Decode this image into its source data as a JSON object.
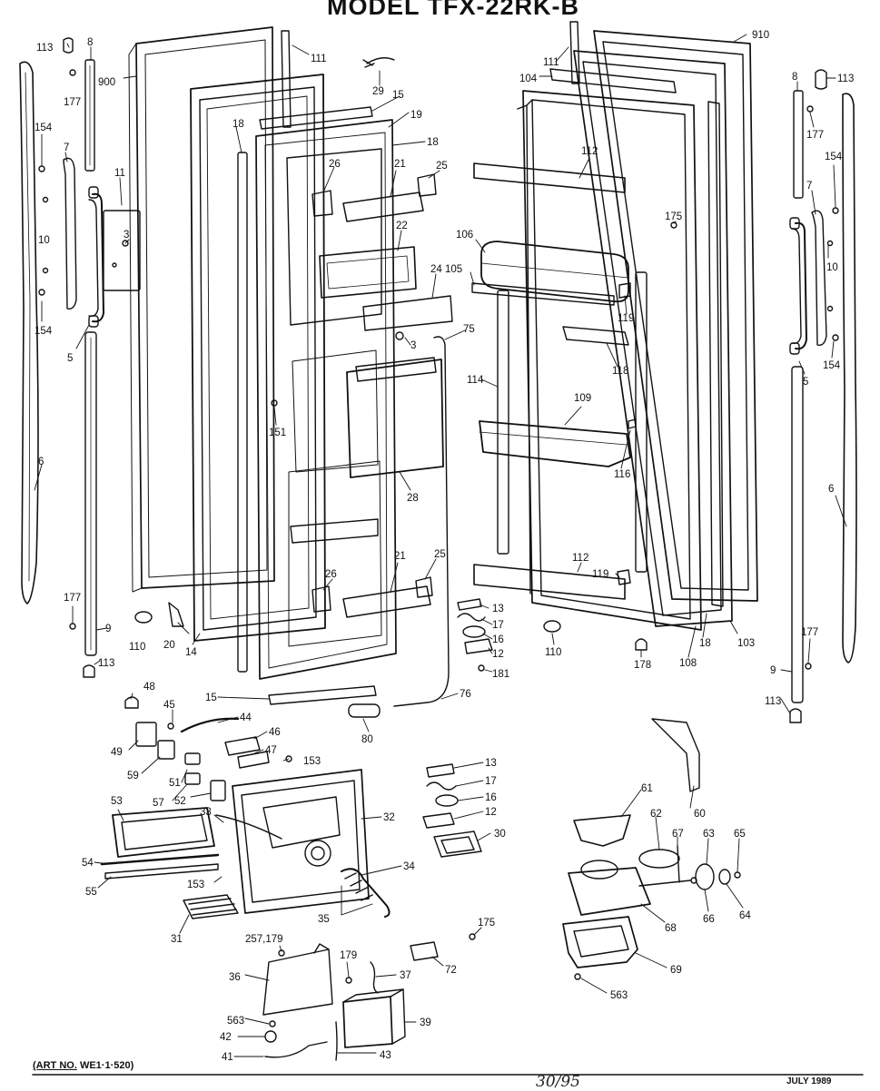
{
  "title": "MODEL TFX-22RK-B",
  "art_no_label": "(ART NO.",
  "art_no_value": "WE1·1·520)",
  "footer_date": "JULY 1989",
  "footer_handwritten": "30/95",
  "callouts": [
    {
      "id": "c113a",
      "text": "113"
    },
    {
      "id": "c8a",
      "text": "8"
    },
    {
      "id": "c177a",
      "text": "177"
    },
    {
      "id": "c900",
      "text": "900"
    },
    {
      "id": "c111a",
      "text": "111"
    },
    {
      "id": "c29",
      "text": "29"
    },
    {
      "id": "c15a",
      "text": "15"
    },
    {
      "id": "c19",
      "text": "19"
    },
    {
      "id": "c18a",
      "text": "18"
    },
    {
      "id": "c18b",
      "text": "18"
    },
    {
      "id": "c154a",
      "text": "154"
    },
    {
      "id": "c7a",
      "text": "7"
    },
    {
      "id": "c11",
      "text": "11"
    },
    {
      "id": "c10a",
      "text": "10"
    },
    {
      "id": "c3a",
      "text": "3"
    },
    {
      "id": "c154b",
      "text": "154"
    },
    {
      "id": "c5a",
      "text": "5"
    },
    {
      "id": "c26a",
      "text": "26"
    },
    {
      "id": "c21a",
      "text": "21"
    },
    {
      "id": "c25a",
      "text": "25"
    },
    {
      "id": "c22",
      "text": "22"
    },
    {
      "id": "c24",
      "text": "24"
    },
    {
      "id": "c3b",
      "text": "3"
    },
    {
      "id": "c75",
      "text": "75"
    },
    {
      "id": "c151",
      "text": "151"
    },
    {
      "id": "c28",
      "text": "28"
    },
    {
      "id": "c6a",
      "text": "6"
    },
    {
      "id": "c26b",
      "text": "26"
    },
    {
      "id": "c21b",
      "text": "21"
    },
    {
      "id": "c25b",
      "text": "25"
    },
    {
      "id": "c177b",
      "text": "177"
    },
    {
      "id": "c9a",
      "text": "9"
    },
    {
      "id": "c110a",
      "text": "110"
    },
    {
      "id": "c20",
      "text": "20"
    },
    {
      "id": "c14",
      "text": "14"
    },
    {
      "id": "c113b",
      "text": "113"
    },
    {
      "id": "c15b",
      "text": "15"
    },
    {
      "id": "c76",
      "text": "76"
    },
    {
      "id": "c111b",
      "text": "111"
    },
    {
      "id": "c104",
      "text": "104"
    },
    {
      "id": "c910",
      "text": "910"
    },
    {
      "id": "c112a",
      "text": "112"
    },
    {
      "id": "c175a",
      "text": "175"
    },
    {
      "id": "c106",
      "text": "106"
    },
    {
      "id": "c105",
      "text": "105"
    },
    {
      "id": "c119a",
      "text": "119"
    },
    {
      "id": "c118",
      "text": "118"
    },
    {
      "id": "c114",
      "text": "114"
    },
    {
      "id": "c109",
      "text": "109"
    },
    {
      "id": "c116",
      "text": "116"
    },
    {
      "id": "c112b",
      "text": "112"
    },
    {
      "id": "c119b",
      "text": "119"
    },
    {
      "id": "c13a",
      "text": "13"
    },
    {
      "id": "c17a",
      "text": "17"
    },
    {
      "id": "c16a",
      "text": "16"
    },
    {
      "id": "c12a",
      "text": "12"
    },
    {
      "id": "c181",
      "text": "181"
    },
    {
      "id": "c110b",
      "text": "110"
    },
    {
      "id": "c178",
      "text": "178"
    },
    {
      "id": "c108",
      "text": "108"
    },
    {
      "id": "c18c",
      "text": "18"
    },
    {
      "id": "c103",
      "text": "103"
    },
    {
      "id": "c8b",
      "text": "8"
    },
    {
      "id": "c113c",
      "text": "113"
    },
    {
      "id": "c177c",
      "text": "177"
    },
    {
      "id": "c154c",
      "text": "154"
    },
    {
      "id": "c7b",
      "text": "7"
    },
    {
      "id": "c10b",
      "text": "10"
    },
    {
      "id": "c154d",
      "text": "154"
    },
    {
      "id": "c5b",
      "text": "5"
    },
    {
      "id": "c6b",
      "text": "6"
    },
    {
      "id": "c177d",
      "text": "177"
    },
    {
      "id": "c9b",
      "text": "9"
    },
    {
      "id": "c113d",
      "text": "113"
    },
    {
      "id": "c48",
      "text": "48"
    },
    {
      "id": "c45",
      "text": "45"
    },
    {
      "id": "c44",
      "text": "44"
    },
    {
      "id": "c46",
      "text": "46"
    },
    {
      "id": "c47",
      "text": "47"
    },
    {
      "id": "c153a",
      "text": "153"
    },
    {
      "id": "c49",
      "text": "49"
    },
    {
      "id": "c59",
      "text": "59"
    },
    {
      "id": "c51",
      "text": "51"
    },
    {
      "id": "c57",
      "text": "57"
    },
    {
      "id": "c52",
      "text": "52"
    },
    {
      "id": "c80",
      "text": "80"
    },
    {
      "id": "c53",
      "text": "53"
    },
    {
      "id": "c33",
      "text": "33"
    },
    {
      "id": "c32",
      "text": "32"
    },
    {
      "id": "c54",
      "text": "54"
    },
    {
      "id": "c55",
      "text": "55"
    },
    {
      "id": "c153b",
      "text": "153"
    },
    {
      "id": "c34",
      "text": "34"
    },
    {
      "id": "c35",
      "text": "35"
    },
    {
      "id": "c31",
      "text": "31"
    },
    {
      "id": "c13b",
      "text": "13"
    },
    {
      "id": "c17b",
      "text": "17"
    },
    {
      "id": "c16b",
      "text": "16"
    },
    {
      "id": "c12b",
      "text": "12"
    },
    {
      "id": "c30",
      "text": "30"
    },
    {
      "id": "c61",
      "text": "61"
    },
    {
      "id": "c60",
      "text": "60"
    },
    {
      "id": "c62",
      "text": "62"
    },
    {
      "id": "c67",
      "text": "67"
    },
    {
      "id": "c63",
      "text": "63"
    },
    {
      "id": "c65",
      "text": "65"
    },
    {
      "id": "c68",
      "text": "68"
    },
    {
      "id": "c66",
      "text": "66"
    },
    {
      "id": "c64",
      "text": "64"
    },
    {
      "id": "c69",
      "text": "69"
    },
    {
      "id": "c563a",
      "text": "563"
    },
    {
      "id": "c175b",
      "text": "175"
    },
    {
      "id": "c257",
      "text": "257,179"
    },
    {
      "id": "c179",
      "text": "179"
    },
    {
      "id": "c72",
      "text": "72"
    },
    {
      "id": "c36",
      "text": "36"
    },
    {
      "id": "c37",
      "text": "37"
    },
    {
      "id": "c563b",
      "text": "563"
    },
    {
      "id": "c39",
      "text": "39"
    },
    {
      "id": "c42",
      "text": "42"
    },
    {
      "id": "c41",
      "text": "41"
    },
    {
      "id": "c43",
      "text": "43"
    }
  ]
}
